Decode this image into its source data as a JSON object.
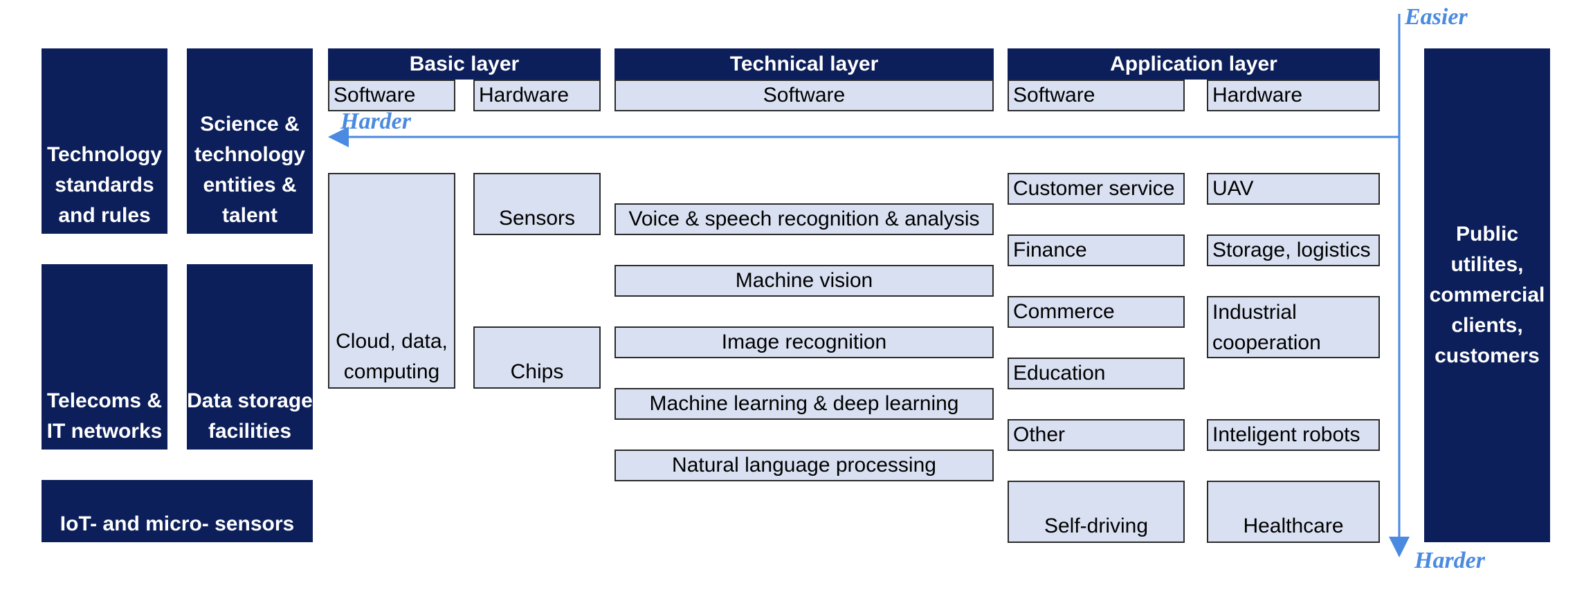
{
  "left_column": {
    "technology_standards": "Technology standards and rules",
    "science_entities": "Science & technology entities & talent",
    "telecoms": "Telecoms & IT networks",
    "data_storage": "Data storage facilities",
    "iot": "IoT- and micro- sensors"
  },
  "basic_layer": {
    "title": "Basic layer",
    "software": "Software",
    "hardware": "Hardware",
    "cloud": "Cloud, data, computing",
    "sensors": "Sensors",
    "chips": "Chips"
  },
  "technical_layer": {
    "title": "Technical layer",
    "software": "Software",
    "items": [
      "Voice & speech recognition & analysis",
      "Machine vision",
      "Image recognition",
      "Machine learning & deep learning",
      "Natural language processing"
    ]
  },
  "application_layer": {
    "title": "Application layer",
    "software": "Software",
    "hardware": "Hardware",
    "software_items": [
      "Customer service",
      "Finance",
      "Commerce",
      "Education",
      "Other",
      "Self-driving"
    ],
    "hardware_items": [
      "UAV",
      "Storage, logistics",
      "Industrial cooperation",
      "Inteligent robots",
      "Healthcare"
    ]
  },
  "right_column": {
    "customers": "Public utilites, commercial clients, customers"
  },
  "arrows": {
    "easier": "Easier",
    "harder_horizontal": "Harder",
    "harder_vertical": "Harder",
    "color": "#4a8ae0"
  },
  "colors": {
    "dark_navy": "#0c1f5a",
    "light_fill": "#d9e0f1"
  }
}
